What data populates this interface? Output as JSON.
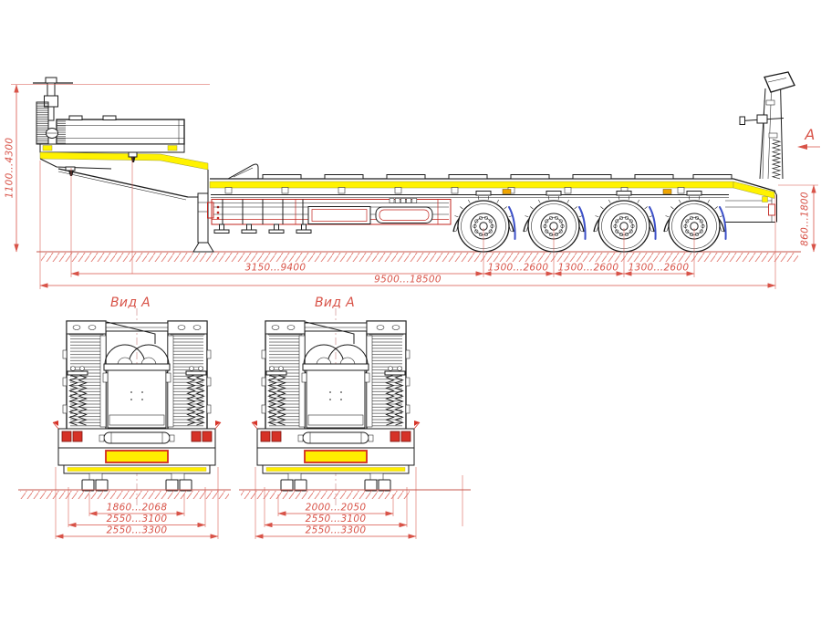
{
  "drawing_type": "trailer-technical-drawing",
  "colors": {
    "line": "#1d1d1d",
    "dimension": "#d85348",
    "ground_hatch": "#e4837b",
    "stripe_yellow": "#fff200",
    "reflector_orange": "#f0a500",
    "mudflap_blue": "#3c50c8",
    "frame_red": "#c2251f",
    "light_red": "#d63227"
  },
  "side_view": {
    "dim_overall_height": "1100...4300",
    "dim_front_length": "3150...9400",
    "dim_axle_spacing": [
      "1300...2600",
      "1300...2600",
      "1300...2600"
    ],
    "dim_overall_length": "9500...18500",
    "dim_rear_height": "860...1800",
    "view_arrow_label": "А"
  },
  "rear_views": [
    {
      "label": "Вид А",
      "dim_inner": "1860...2068",
      "dim_middle": "2550...3100",
      "dim_outer": "2550...3300"
    },
    {
      "label": "Вид А",
      "dim_inner": "2000...2050",
      "dim_middle": "2550...3100",
      "dim_outer": "2550...3300"
    }
  ]
}
